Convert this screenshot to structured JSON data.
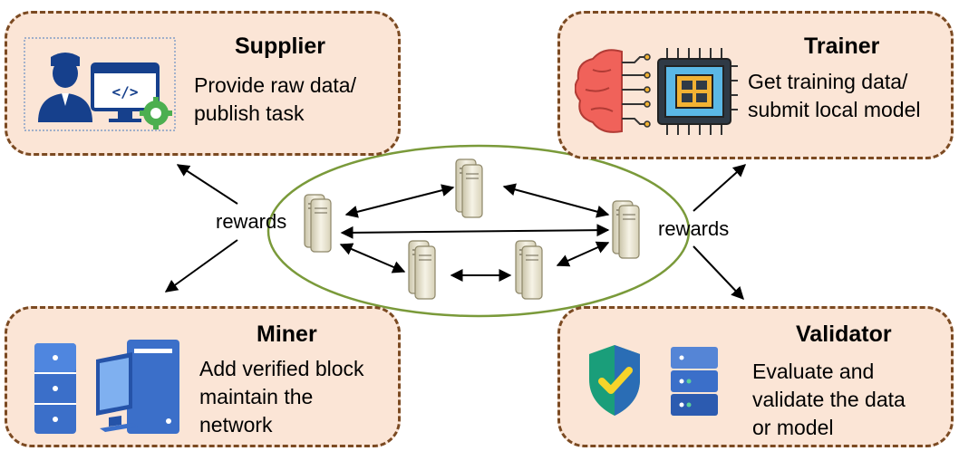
{
  "supplier": {
    "title": "Supplier",
    "desc": [
      "Provide raw data/",
      "publish task"
    ],
    "icon": "developer-icon"
  },
  "trainer": {
    "title": "Trainer",
    "desc": [
      "Get training data/",
      "submit local model"
    ],
    "icon": "brain-chip-icon"
  },
  "miner": {
    "title": "Miner",
    "desc": [
      "Add verified block",
      "maintain the",
      "network"
    ],
    "icon": "server-computer-icon"
  },
  "validator": {
    "title": "Validator",
    "desc": [
      "Evaluate and",
      "validate the data",
      "or model"
    ],
    "icon": "shield-check-icon"
  },
  "rewards_left": "rewards",
  "rewards_right": "rewards",
  "colors": {
    "box_fill": "#fbe5d6",
    "box_border": "#7b4a22",
    "ellipse_border": "#7a9a3a",
    "icon_blue": "#3b6fc9",
    "shield_green": "#1a9e7a",
    "brain_red": "#f0625a",
    "chip_gold": "#f2b233"
  }
}
